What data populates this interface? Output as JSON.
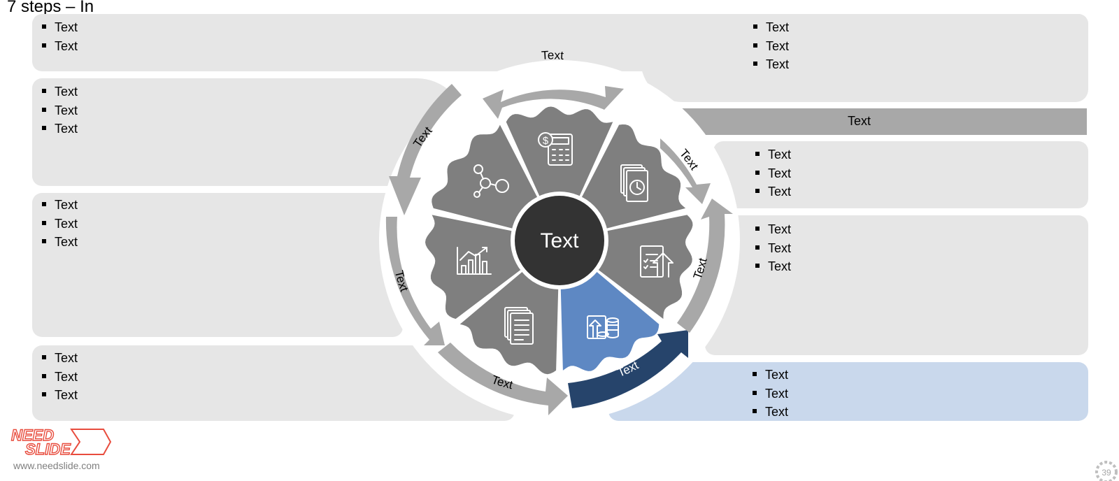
{
  "slide": {
    "title": "7 steps – In"
  },
  "center": {
    "label": "Text"
  },
  "arrows": {
    "top": "Text",
    "upper_left": "Text",
    "left": "Text",
    "bottom_left": "Text",
    "highlighted": "Text",
    "right": "Text",
    "upper_right": "Text"
  },
  "bar_label": "Text",
  "panels": {
    "top_left": [
      "Text",
      "Text"
    ],
    "top_right": [
      "Text",
      "Text",
      "Text"
    ],
    "left_1": [
      "Text",
      "Text",
      "Text"
    ],
    "left_2": [
      "Text",
      "Text",
      "Text"
    ],
    "left_3": [
      "Text",
      "Text",
      "Text"
    ],
    "right_1": [
      "Text",
      "Text",
      "Text"
    ],
    "right_2": [
      "Text",
      "Text",
      "Text"
    ],
    "right_3": [
      "Text",
      "Text",
      "Text"
    ]
  },
  "segment_icons": [
    "calculator-icon",
    "documents-clock-icon",
    "report-upload-icon",
    "upload-coins-icon",
    "document-stack-icon",
    "bar-chart-icon",
    "molecule-network-icon"
  ],
  "colors": {
    "panel": "#e6e6e6",
    "highlight_panel": "#c9d8ec",
    "arrow": "#a8a8a8",
    "highlight_arrow": "#26446b",
    "segment": "#7f7f7f",
    "highlight_segment": "#5e88c3",
    "center": "#333333",
    "logo": "#e84c3d"
  },
  "logo": {
    "line1": "NEED",
    "line2": "SLIDE"
  },
  "footer": {
    "url": "www.needslide.com",
    "page_number": "39"
  }
}
